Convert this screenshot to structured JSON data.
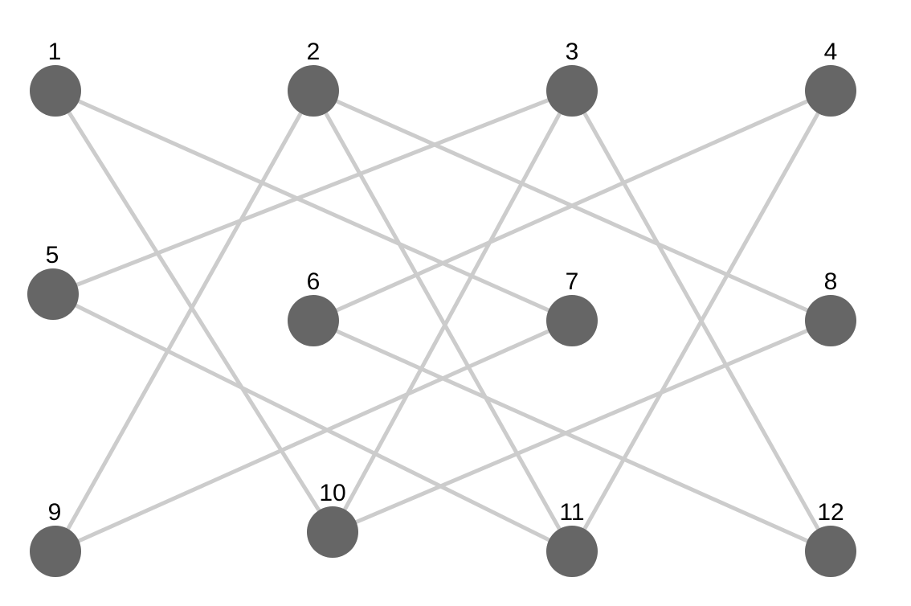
{
  "colors": {
    "node_fill": "#666666",
    "edge_stroke": "#cccccc",
    "label": "#000000",
    "background": "#ffffff"
  },
  "nodes": [
    {
      "id": 1,
      "label": "1"
    },
    {
      "id": 2,
      "label": "2"
    },
    {
      "id": 3,
      "label": "3"
    },
    {
      "id": 4,
      "label": "4"
    },
    {
      "id": 5,
      "label": "5"
    },
    {
      "id": 6,
      "label": "6"
    },
    {
      "id": 7,
      "label": "7"
    },
    {
      "id": 8,
      "label": "8"
    },
    {
      "id": 9,
      "label": "9"
    },
    {
      "id": 10,
      "label": "10"
    },
    {
      "id": 11,
      "label": "11"
    },
    {
      "id": 12,
      "label": "12"
    }
  ],
  "edges": [
    [
      1,
      7
    ],
    [
      1,
      10
    ],
    [
      2,
      9
    ],
    [
      2,
      11
    ],
    [
      2,
      8
    ],
    [
      3,
      5
    ],
    [
      3,
      10
    ],
    [
      3,
      12
    ],
    [
      4,
      6
    ],
    [
      4,
      11
    ],
    [
      5,
      11
    ],
    [
      6,
      12
    ],
    [
      7,
      9
    ],
    [
      8,
      10
    ]
  ]
}
